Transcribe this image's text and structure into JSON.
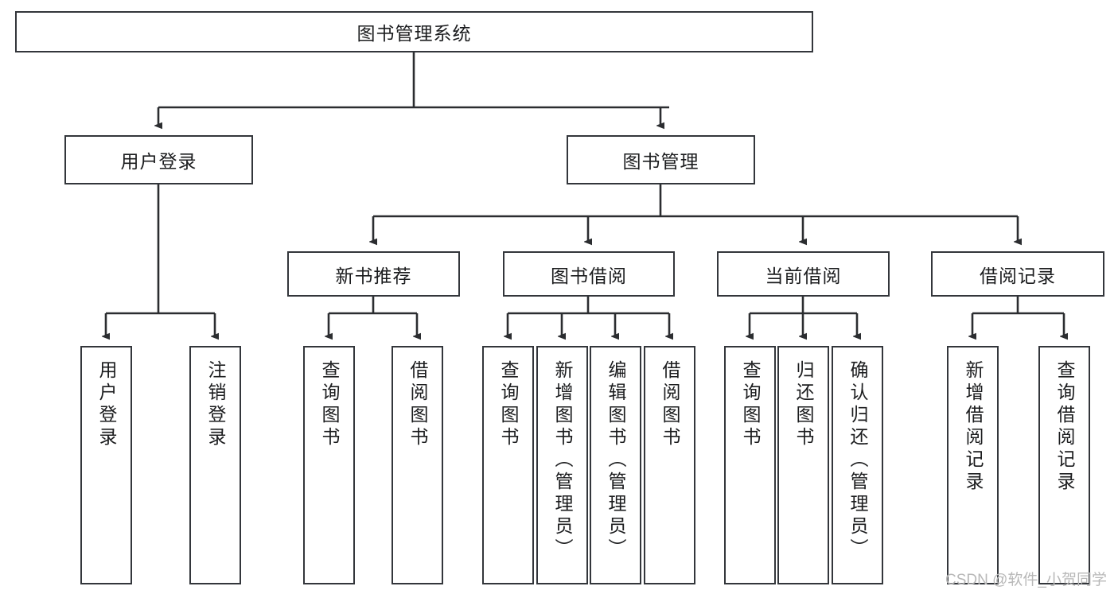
{
  "diagram": {
    "title": "图书管理系统",
    "type": "tree-hierarchy-diagram",
    "colors": {
      "box_border": "#33363b",
      "box_fill": "#ffffff",
      "edge": "#2b2d30",
      "text": "#1b1c1e",
      "watermark": "#b8b8b8",
      "background": "#ffffff"
    },
    "root": {
      "label": "图书管理系统"
    },
    "level2": [
      {
        "label": "用户登录"
      },
      {
        "label": "图书管理"
      }
    ],
    "level3": [
      {
        "label": "新书推荐"
      },
      {
        "label": "图书借阅"
      },
      {
        "label": "当前借阅"
      },
      {
        "label": "借阅记录"
      }
    ],
    "leaves": {
      "user_login": [
        {
          "label": "用户登录"
        },
        {
          "label": "注销登录"
        }
      ],
      "new_book_recommend": [
        {
          "label": "查询图书"
        },
        {
          "label": "借阅图书"
        }
      ],
      "book_borrow": [
        {
          "label": "查询图书"
        },
        {
          "label": "新增图书（管理员）"
        },
        {
          "label": "编辑图书（管理员）"
        },
        {
          "label": "借阅图书"
        }
      ],
      "current_borrow": [
        {
          "label": "查询图书"
        },
        {
          "label": "归还图书"
        },
        {
          "label": "确认归还（管理员）"
        }
      ],
      "borrow_record": [
        {
          "label": "新增借阅记录"
        },
        {
          "label": "查询借阅记录"
        }
      ]
    }
  },
  "watermark": {
    "text": "CSDN @软件_小贺同学"
  }
}
